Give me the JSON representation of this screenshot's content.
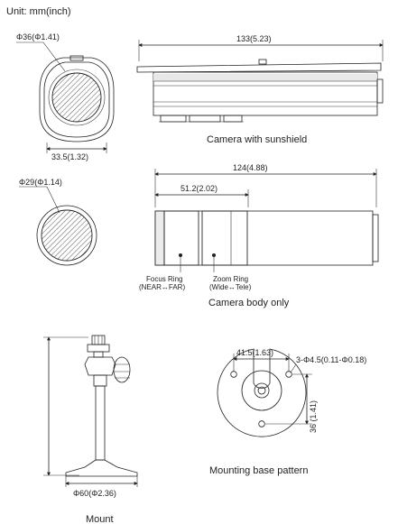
{
  "unit_label": "Unit: mm(inch)",
  "views": {
    "sunshield_front": {
      "diameter": "Φ36(Φ1.41)",
      "width": "33.5(1.32)"
    },
    "sunshield_side": {
      "length": "133(5.23)",
      "caption": "Camera with sunshield"
    },
    "body_front": {
      "diameter": "Φ29(Φ1.14)"
    },
    "body_side": {
      "length": "124(4.88)",
      "length2": "51.2(2.02)",
      "focus_ring": [
        "Focus Ring",
        "(NEAR↔FAR)"
      ],
      "zoom_ring": [
        "Zoom Ring",
        "(Wide↔Tele)"
      ],
      "caption": "Camera body only"
    },
    "mount": {
      "diameter": "Φ60(Φ2.36)",
      "caption": "Mount"
    },
    "base_pattern": {
      "width": "41.5(1.63)",
      "hole_spec": "3-Φ4.5(0.11-Φ0.18)",
      "height": "36 (1.41)",
      "caption": "Mounting base pattern"
    }
  }
}
